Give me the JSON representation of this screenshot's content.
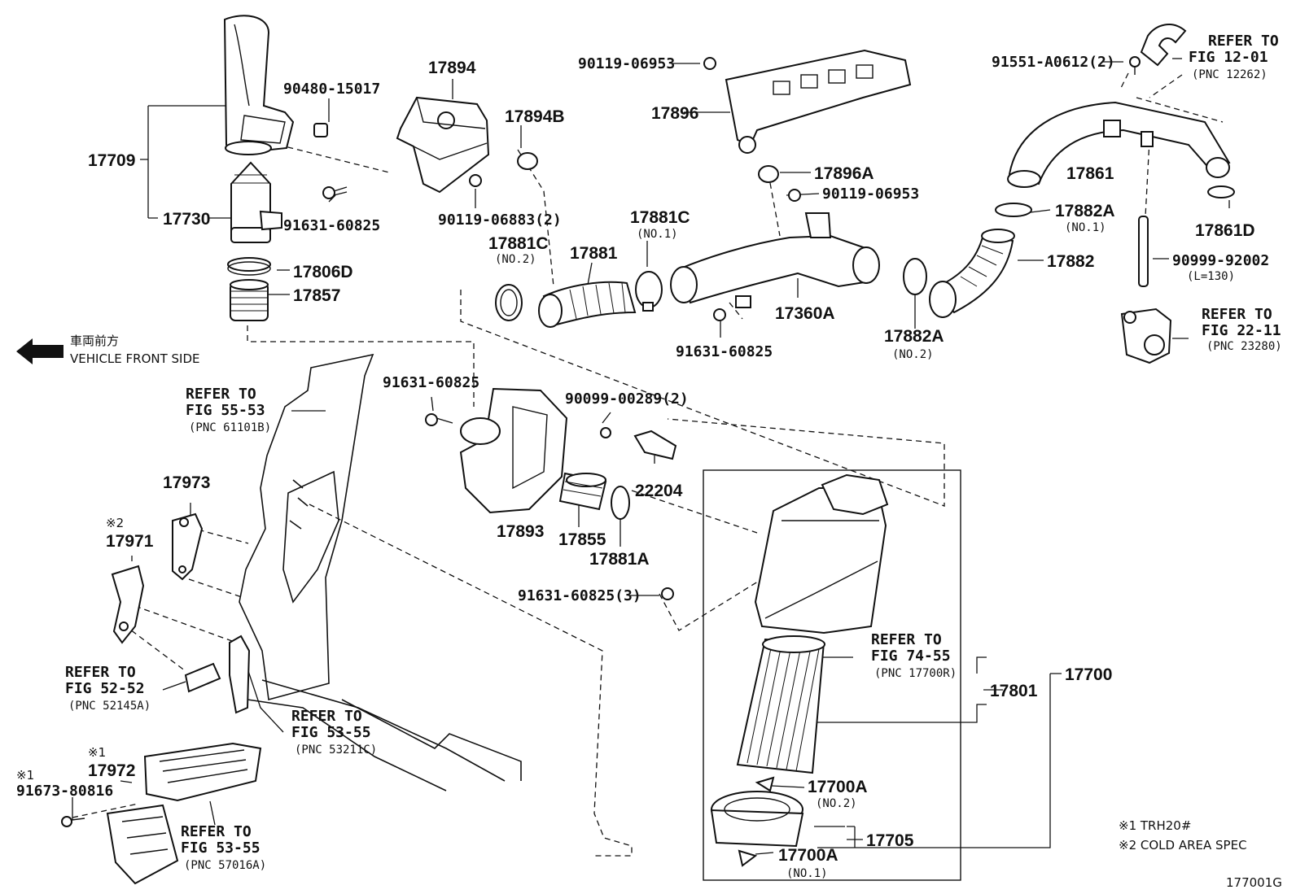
{
  "parts": {
    "p17709": "17709",
    "p17730": "17730",
    "p90480": "90480-15017",
    "p91631a": "91631-60825",
    "p17806D": "17806D",
    "p17857": "17857",
    "p17894": "17894",
    "p17894B": "17894B",
    "p90119a": "90119-06883(2)",
    "p17881C2": "17881C",
    "p17881C2sub": "(NO.2)",
    "p17881": "17881",
    "p17881C1": "17881C",
    "p17881C1sub": "(NO.1)",
    "p90119b": "90119-06953",
    "p17896": "17896",
    "p17896A": "17896A",
    "p90119c": "90119-06953",
    "p17360A": "17360A",
    "p91631b": "91631-60825",
    "p17882A2": "17882A",
    "p17882A2sub": "(NO.2)",
    "p91551": "91551-A0612(2)",
    "p17861": "17861",
    "p17882A1": "17882A",
    "p17882A1sub": "(NO.1)",
    "p17882": "17882",
    "p17861D": "17861D",
    "p90999": "90999-92002",
    "p90999sub": "(L=130)",
    "p91631c": "91631-60825",
    "p90099": "90099-00289(2)",
    "p22204": "22204",
    "p17893": "17893",
    "p17855": "17855",
    "p17881A": "17881A",
    "p91631d": "91631-60825(3)",
    "p17801": "17801",
    "p17700": "17700",
    "p17700A2": "17700A",
    "p17700A2sub": "(NO.2)",
    "p17705": "17705",
    "p17700A1": "17700A",
    "p17700A1sub": "(NO.1)",
    "p17973": "17973",
    "p17971mark": "※2",
    "p17971": "17971",
    "p17972mark": "※1",
    "p17972": "17972",
    "p91673mark": "※1",
    "p91673": "91673-80816"
  },
  "refs": {
    "r1201": [
      "REFER TO",
      "FIG 12-01",
      "(PNC 12262)"
    ],
    "r2211": [
      "REFER TO",
      "FIG 22-11",
      "(PNC 23280)"
    ],
    "r5553": [
      "REFER TO",
      "FIG 55-53",
      "(PNC 61101B)"
    ],
    "r7455": [
      "REFER TO",
      "FIG 74-55",
      "(PNC 17700R)"
    ],
    "r5252": [
      "REFER TO",
      "FIG 52-52",
      "(PNC 52145A)"
    ],
    "r5355a": [
      "REFER TO",
      "FIG 53-55",
      "(PNC 53211C)"
    ],
    "r5355b": [
      "REFER TO",
      "FIG 53-55",
      "(PNC 57016A)"
    ]
  },
  "front": {
    "jp": "車両前方",
    "en": "VEHICLE FRONT SIDE"
  },
  "notes": {
    "n1": "※1 TRH20#",
    "n2": "※2 COLD AREA SPEC"
  },
  "figure_id": "177001G"
}
